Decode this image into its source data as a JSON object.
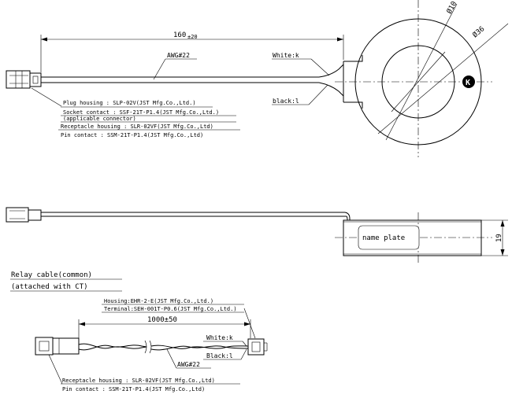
{
  "top_view": {
    "length_dim": "160",
    "length_dim_sub": "±20",
    "awg_label": "AWG#22",
    "white_label": "White:k",
    "black_label": "black:l",
    "inner_dia": "Ø10",
    "outer_dia": "Ø36",
    "k_mark": "K",
    "notes": [
      "Plug housing : SLP-02V(JST Mfg.Co.,Ltd.)",
      "Socket contact : SSF-21T-P1.4(JST Mfg.Co.,Ltd.)",
      "(applicable connector)",
      "Receptacle housing : SLR-02VF(JST Mfg.Co.,Ltd)",
      "Pin contact : SSM-21T-P1.4(JST Mfg.Co.,Ltd)"
    ]
  },
  "side_view": {
    "name_plate": "name plate",
    "thickness_dim": "19"
  },
  "relay_cable": {
    "title_line1": "Relay cable(common)",
    "title_line2": "(attached with CT)",
    "housing_note": "Housing:EHR-2-E(JST Mfg.Co.,Ltd.)",
    "terminal_note": "Terminal:SEH-001T-P0.6(JST Mfg.Co.,Ltd.)",
    "length_dim": "1000±50",
    "white_label": "White:k",
    "black_label": "Black:l",
    "awg_label": "AWG#22",
    "receptacle_note": "Receptacle housing : SLR-02VF(JST Mfg.Co.,Ltd)",
    "pin_note": "Pin contact : SSM-21T-P1.4(JST Mfg.Co.,Ltd)"
  }
}
